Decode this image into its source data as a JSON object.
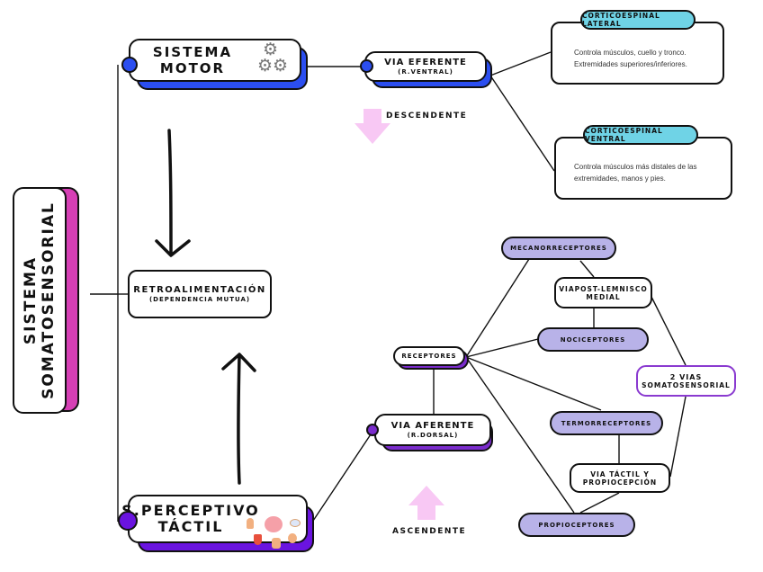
{
  "root": {
    "line1": "Sistema",
    "line2": "Somatosensorial",
    "accent": "#d63fb5"
  },
  "motor": {
    "line1": "Sistema",
    "line2": "Motor",
    "icon": "gears-icon",
    "accent": "#2b4ef0"
  },
  "feedback": {
    "title": "Retroalimentación",
    "subtitle": "(Dependencia mutua)"
  },
  "perceptive": {
    "line1": "S.Perceptivo",
    "line2": "Táctil",
    "icon": "sense-organs-icon",
    "accent": "#6a14e0"
  },
  "efferent": {
    "title": "Via Eferente",
    "subtitle": "(R.Ventral)",
    "accent": "#2b4ef0"
  },
  "afferent": {
    "title": "Via Aferente",
    "subtitle": "(R.Dorsal)",
    "accent": "#7a2ccc"
  },
  "direction": {
    "down": "Descendente",
    "up": "Ascendente",
    "arrow_color": "#f8c8f4"
  },
  "corticospinal": [
    {
      "tag": "Corticoespinal lateral",
      "text": "Controla músculos, cuello y tronco. Extremidades superiores/inferiores."
    },
    {
      "tag": "Corticoespinal ventral",
      "text": "Controla músculos más distales de las extremidades, manos y pies."
    }
  ],
  "receptors": {
    "hub": "Receptores",
    "types": [
      "Mecanorreceptores",
      "Nociceptores",
      "Termorreceptores",
      "Propioceptores"
    ],
    "pill_color": "#b8b2e8"
  },
  "pathways": {
    "lemniscal": "Via post-lemnisco medial",
    "lemniscal_l1": "Viapost-lemnisco",
    "lemniscal_l2": "Medial",
    "tactile_l1": "Via táctil y",
    "tactile_l2": "propiocepción",
    "two_ways_l1": "2 vias",
    "two_ways_l2": "somatosensorial",
    "two_ways_border": "#8a3ad0"
  }
}
